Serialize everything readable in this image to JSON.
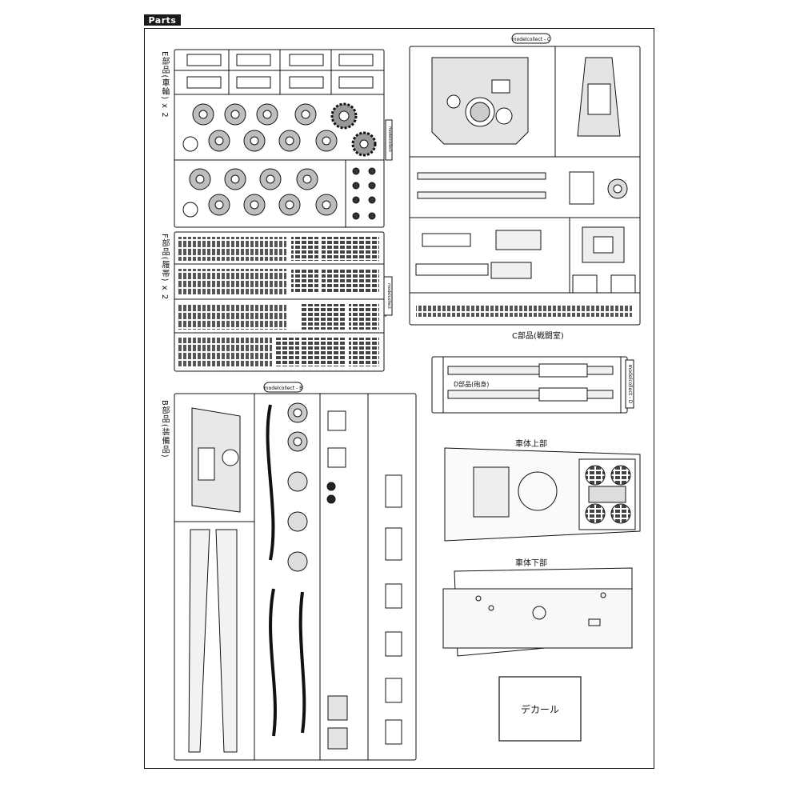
{
  "header": {
    "title": "Parts"
  },
  "sprues": {
    "e_label": "E部品(車輪) x 2",
    "f_label": "F部品(履帯) x 2",
    "b_label": "B部品(装備品)",
    "c_label": "C部品(戦闘室)",
    "d_label": "D部品(砲身)",
    "tag_c": "modelcollect - C",
    "tag_b": "modelcollect - B",
    "tag_d": "modelcollect - D",
    "tag_e": "modelcollect",
    "tag_f": "modelcollect"
  },
  "hull": {
    "upper_label": "車体上部",
    "lower_label": "車体下部"
  },
  "decal": {
    "label": "デカール"
  },
  "colors": {
    "ink": "#111111",
    "part_fill": "#d9d9d9",
    "dark_fill": "#333333",
    "paper": "#ffffff"
  }
}
